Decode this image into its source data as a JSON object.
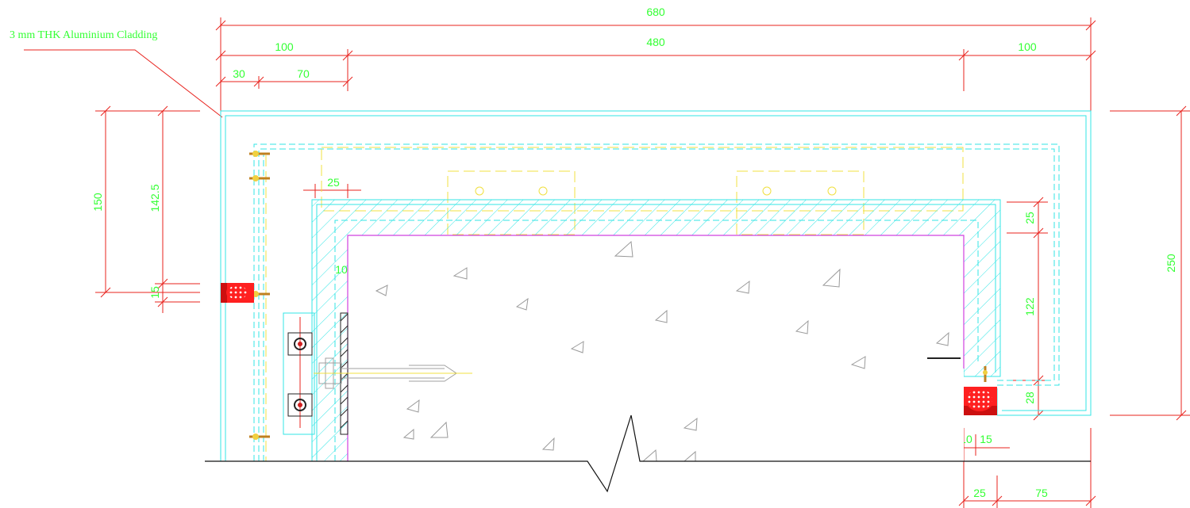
{
  "note": {
    "cladding": "3 mm THK Aluminium Cladding"
  },
  "dimensions": {
    "overall_width": "680",
    "left_block": "100",
    "middle": "480",
    "right_block": "100",
    "left_a": "30",
    "left_b": "70",
    "offset_25": "25",
    "gap_10": "10",
    "height_150": "150",
    "height_142_5": "142.5",
    "height_15": "15",
    "right_25": "25",
    "right_122": "122",
    "right_28": "28",
    "overall_height": "250",
    "bottom_10": "10",
    "bottom_15": "15",
    "bottom_25": "25",
    "bottom_75": "75"
  },
  "colors": {
    "dimension": "#e8231e",
    "text": "#33ff33",
    "cladding": "#33e6e6",
    "hidden": "#f0e040",
    "concrete_edge": "#d040e0",
    "seal": "#ff2020"
  }
}
